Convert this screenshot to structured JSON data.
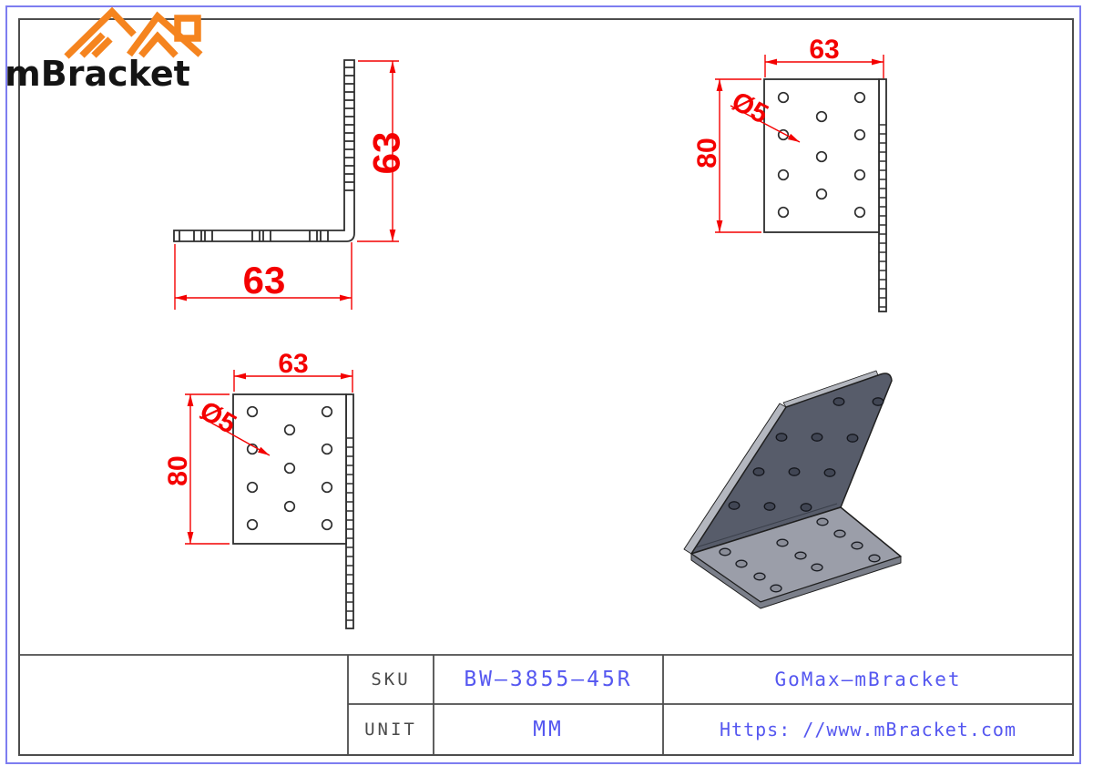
{
  "views": {
    "side": {
      "width": "63",
      "height": "63"
    },
    "front_top": {
      "width": "63",
      "height": "80",
      "hole": "Ø5"
    },
    "front_bottom": {
      "width": "63",
      "height": "80",
      "hole": "Ø5"
    }
  },
  "title_block": {
    "logo_text": "mBracket",
    "sku_label": "SKU",
    "sku_value": "BW—3855—45R",
    "unit_label": "UNIT",
    "unit_value": "MM",
    "brand": "GoMax—mBracket",
    "website": "Https: //www.mBracket.com"
  },
  "colors": {
    "dimension_red": "#f40000",
    "value_blue": "#5557f0",
    "logo_orange": "#f5841f",
    "frame_blue": "#7d7df0",
    "line_dark": "#2e2e2e",
    "iso_dark_face": "#575c6a",
    "iso_light_face": "#9b9ea9"
  }
}
